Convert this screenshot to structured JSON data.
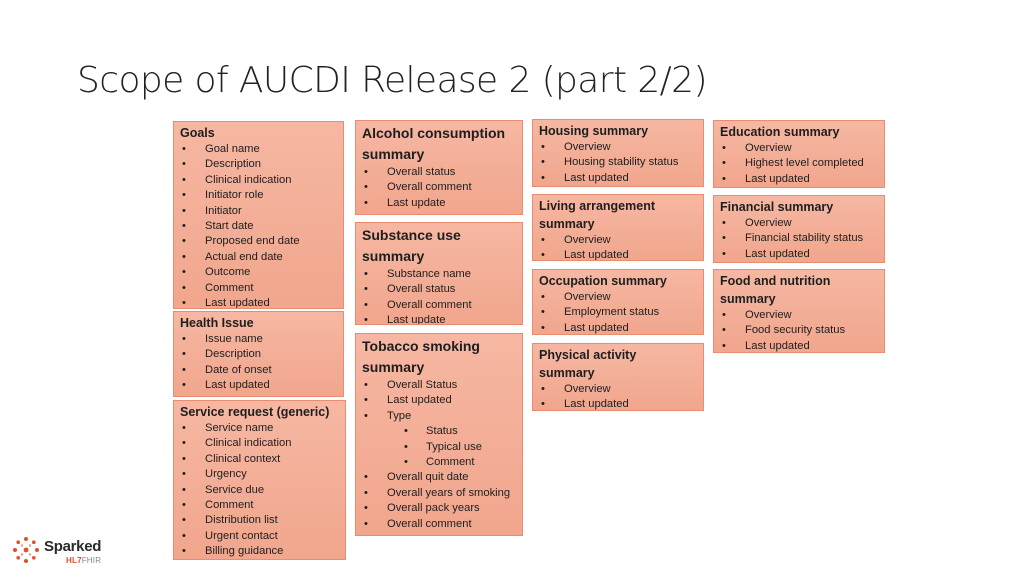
{
  "title": "Scope of AUCDI Release 2 (part 2/2)",
  "boxes": {
    "goals": {
      "title": "Goals",
      "items": [
        "Goal name",
        "Description",
        "Clinical indication",
        "Initiator role",
        "Initiator",
        "Start date",
        "Proposed end date",
        "Actual end date",
        "Outcome",
        "Comment",
        "Last updated"
      ]
    },
    "health_issue": {
      "title": "Health Issue",
      "items": [
        "Issue name",
        "Description",
        "Date of onset",
        "Last updated"
      ]
    },
    "service_request": {
      "title": "Service request (generic)",
      "items": [
        "Service name",
        "Clinical indication",
        "Clinical context",
        "Urgency",
        "Service due",
        "Comment",
        "Distribution list",
        "Urgent contact",
        "Billing guidance"
      ]
    },
    "alcohol": {
      "title_line1": "Alcohol consumption",
      "title_line2": "summary",
      "items": [
        "Overall status",
        "Overall comment",
        "Last update"
      ]
    },
    "substance": {
      "title_line1": "Substance use",
      "title_line2": "summary",
      "items": [
        "Substance name",
        "Overall status",
        "Overall comment",
        "Last update"
      ]
    },
    "tobacco": {
      "title_line1": "Tobacco smoking",
      "title_line2": "summary",
      "items": [
        "Overall Status",
        "Last updated",
        "Type"
      ],
      "type_subitems": [
        "Status",
        "Typical use",
        "Comment"
      ],
      "items_after": [
        "Overall quit date",
        "Overall years of smoking",
        "Overall pack years",
        "Overall comment"
      ]
    },
    "housing": {
      "title": "Housing summary",
      "items": [
        "Overview",
        "Housing stability status",
        "Last updated"
      ]
    },
    "living": {
      "title_line1": "Living arrangement",
      "title_line2": "summary",
      "items": [
        "Overview",
        "Last updated"
      ]
    },
    "occupation": {
      "title": "Occupation summary",
      "items": [
        "Overview",
        "Employment status",
        "Last updated"
      ]
    },
    "physical": {
      "title_line1": "Physical activity",
      "title_line2": "summary",
      "items": [
        "Overview",
        "Last updated"
      ]
    },
    "education": {
      "title": "Education summary",
      "items": [
        "Overview",
        "Highest level completed",
        "Last updated"
      ]
    },
    "financial": {
      "title": "Financial summary",
      "items": [
        "Overview",
        "Financial stability status",
        "Last updated"
      ]
    },
    "food": {
      "title_line1": "Food and nutrition",
      "title_line2": "summary",
      "items": [
        "Overview",
        "Food security status",
        "Last updated"
      ]
    }
  },
  "logo": {
    "name": "Sparked",
    "sub_brand": "HL7",
    "sub_suffix": "FHIR"
  },
  "colors": {
    "box_fill": "#f4ae96",
    "box_border": "#e98c6f",
    "logo_accent": "#e0502a"
  }
}
